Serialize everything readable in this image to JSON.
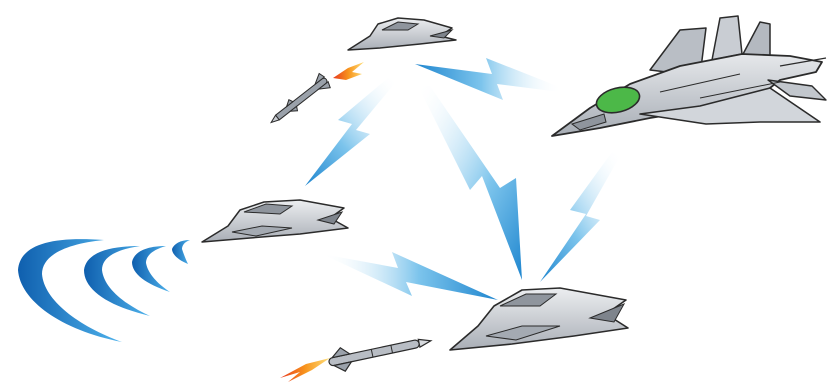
{
  "illustration": {
    "nodes": [
      {
        "id": "fighter",
        "kind": "crewed-fighter",
        "icon": "fighter-jet-icon"
      },
      {
        "id": "drone-top",
        "kind": "unmanned-drone",
        "icon": "drone-icon"
      },
      {
        "id": "drone-left",
        "kind": "unmanned-drone",
        "icon": "drone-icon"
      },
      {
        "id": "drone-bottom",
        "kind": "unmanned-drone",
        "icon": "drone-icon"
      }
    ],
    "links": [
      {
        "from": "fighter",
        "to": "drone-top"
      },
      {
        "from": "fighter",
        "to": "drone-bottom"
      },
      {
        "from": "drone-top",
        "to": "drone-left"
      },
      {
        "from": "drone-top",
        "to": "drone-bottom"
      },
      {
        "from": "drone-left",
        "to": "drone-bottom"
      }
    ],
    "missiles": [
      {
        "id": "missile-top",
        "icon": "missile-icon"
      },
      {
        "id": "missile-bottom",
        "icon": "missile-icon"
      }
    ],
    "emitter": {
      "icon": "radar-waves-icon",
      "arcs": 4
    },
    "colors": {
      "aircraft_fill": "#c9cdd3",
      "aircraft_shade": "#8f959d",
      "outline": "#2b2b2b",
      "cockpit": "#4cb848",
      "signal": "#3aa0da",
      "radar": "#1f7bc4",
      "flame": "#f05a22"
    }
  }
}
